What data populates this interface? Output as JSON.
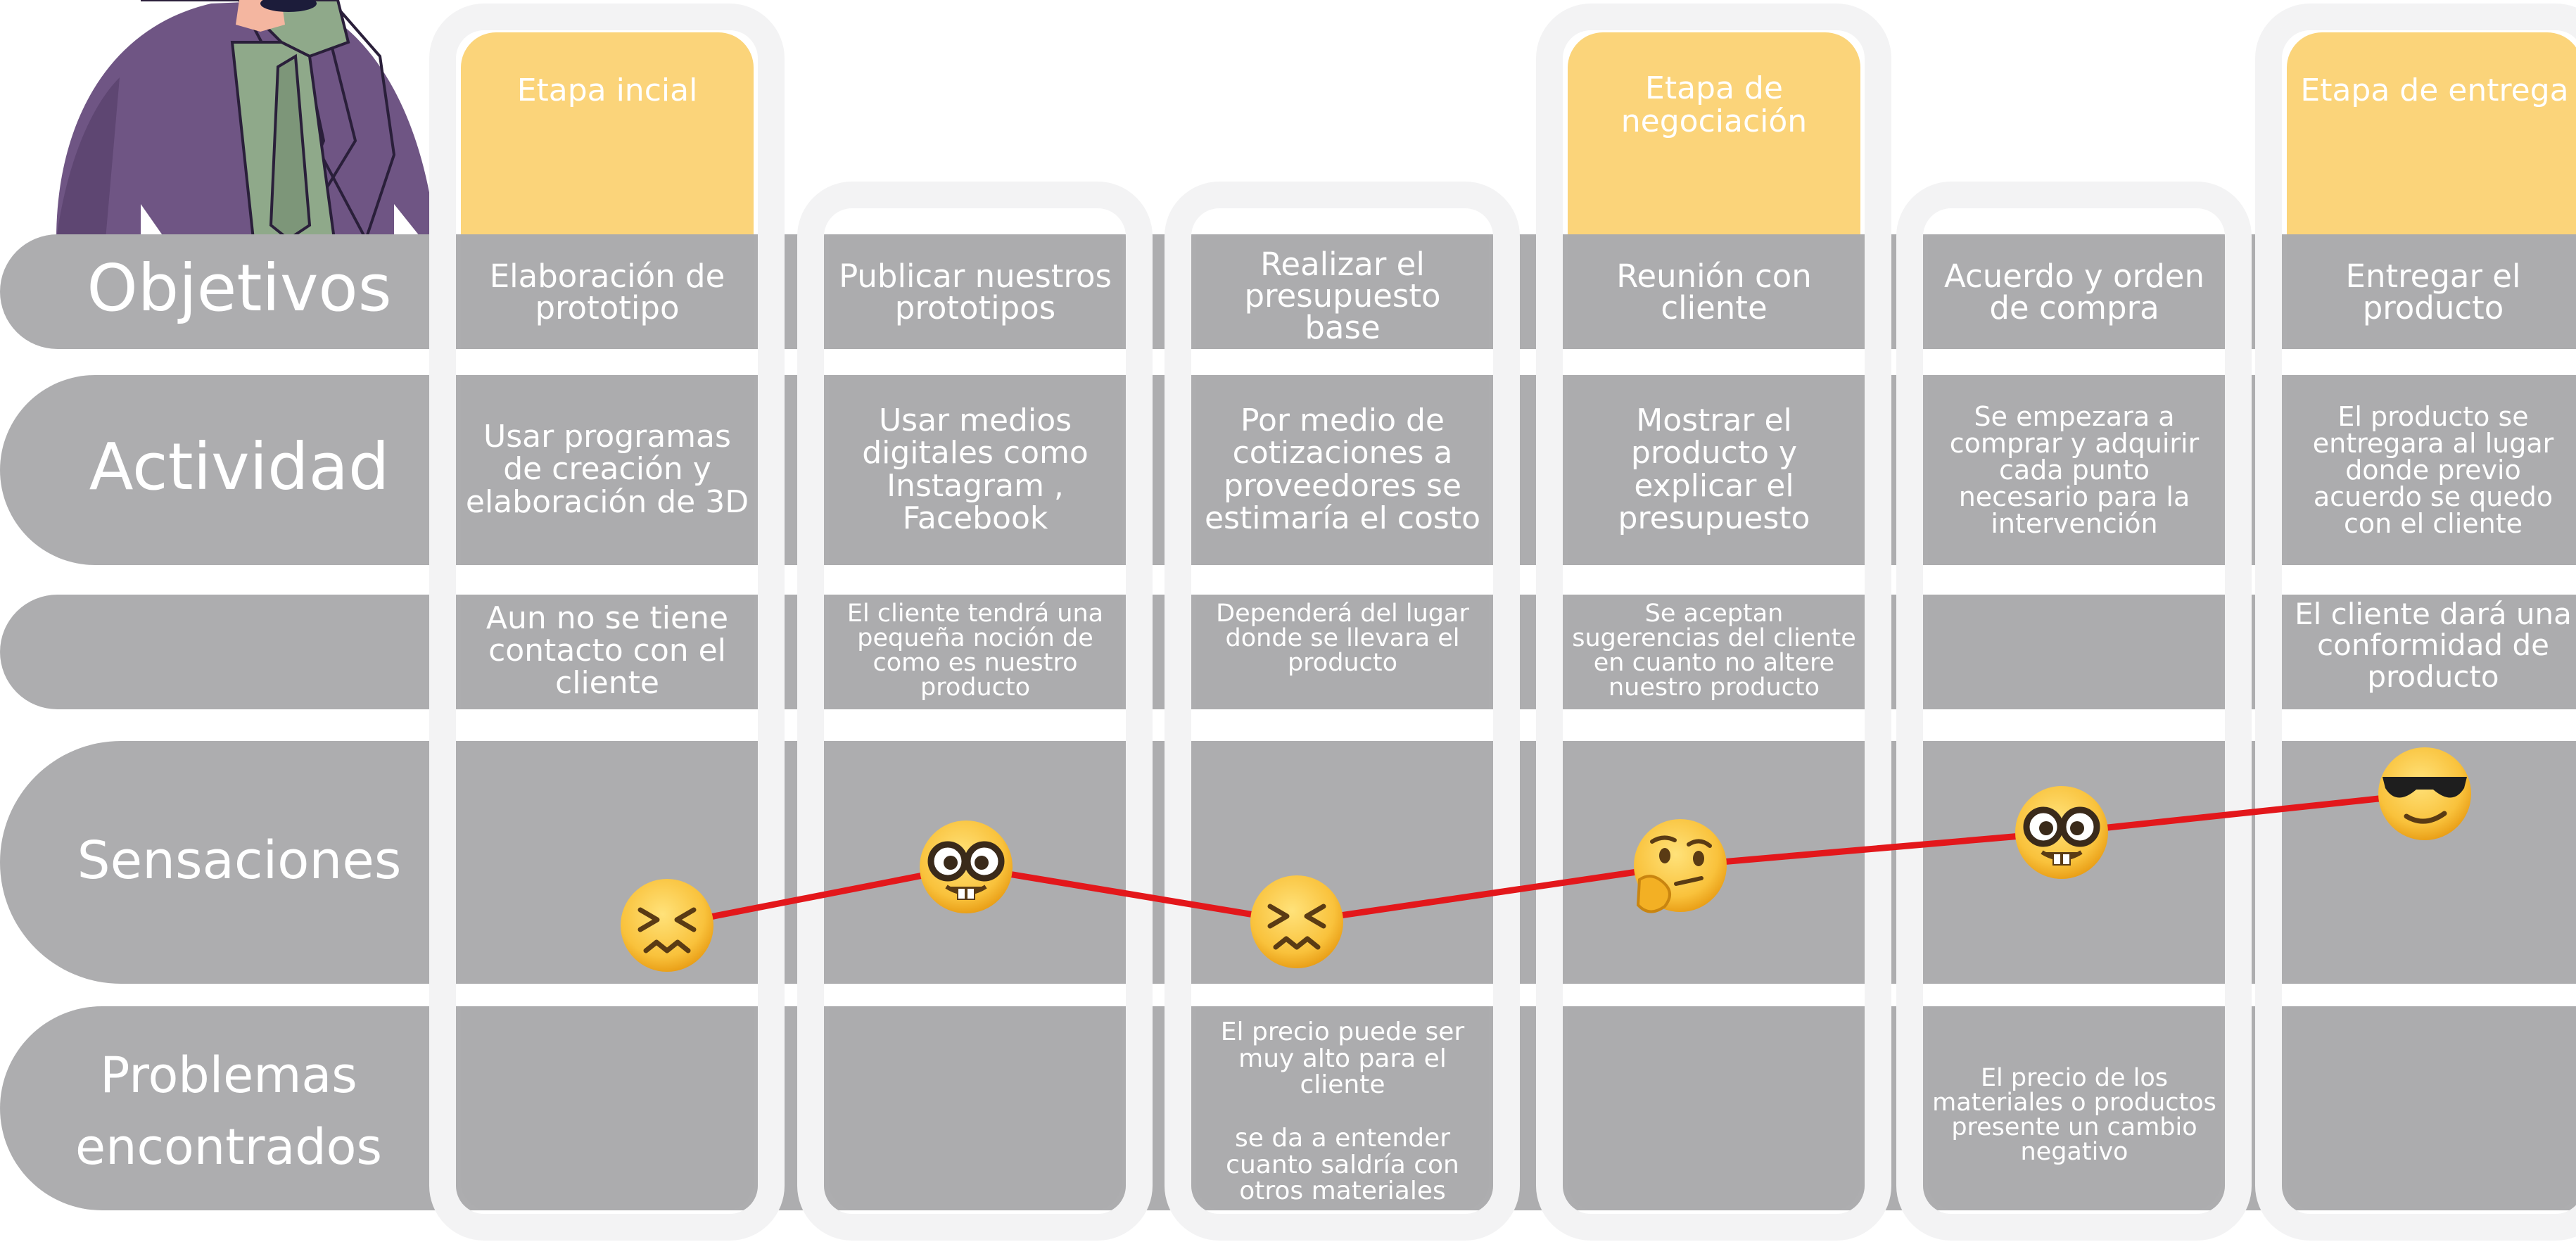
{
  "rows": {
    "objetivos": "Objetivos",
    "actividad": "Actividad",
    "third": "",
    "sensaciones": "Sensaciones",
    "problemas": "Problemas\nencontrados"
  },
  "stages": [
    {
      "label": "Etapa incial"
    },
    {
      "label": "Etapa de\nnegociación"
    },
    {
      "label": "Etapa de entrega"
    }
  ],
  "columns": [
    {
      "objetivo": "Elaboración de\nprototipo",
      "actividad": "Usar programas\nde creación y\nelaboración de 3D",
      "contacto": "Aun no se tiene\ncontacto con el\ncliente",
      "problema": ""
    },
    {
      "objetivo": "Publicar nuestros\nprototipos",
      "actividad": "Usar medios\ndigitales como\nInstagram ,\nFacebook",
      "contacto": "El cliente tendrá una\npequeña noción de\ncomo es nuestro\nproducto",
      "problema": ""
    },
    {
      "objetivo": "Realizar el\npresupuesto\nbase",
      "actividad": "Por medio de\ncotizaciones a\nproveedores se\nestimaría el costo",
      "contacto": "Dependerá del lugar\ndonde se llevara el\nproducto",
      "problema": "El precio puede ser\nmuy alto para el cliente\n\nse da a entender\ncuanto saldría con\notros materiales"
    },
    {
      "objetivo": "Reunión con\ncliente",
      "actividad": "Mostrar el\nproducto y\nexplicar el\npresupuesto",
      "contacto": "Se aceptan\nsugerencias del cliente\nen cuanto no altere\nnuestro producto",
      "problema": ""
    },
    {
      "objetivo": "Acuerdo y orden\nde compra",
      "actividad": "Se empezara a\ncomprar y adquirir\ncada  punto\nnecesario para la\nintervención",
      "contacto": "",
      "problema": "El precio de los\nmateriales o productos\npresente un cambio\nnegativo"
    },
    {
      "objetivo": "Entregar el\nproducto",
      "actividad": "El producto se\nentregara al lugar\ndonde previo\nacuerdo se quedo\ncon el cliente",
      "contacto": "El cliente dará una\nconformidad de\nproducto",
      "problema": ""
    }
  ],
  "sensaciones_curve": {
    "line_color": "#e3171b",
    "points": [
      {
        "emotion": "confounded-face"
      },
      {
        "emotion": "nerd-face"
      },
      {
        "emotion": "confounded-face"
      },
      {
        "emotion": "thinking-face"
      },
      {
        "emotion": "nerd-face"
      },
      {
        "emotion": "sunglasses-face"
      }
    ]
  },
  "colors": {
    "band": "#adadaf",
    "stage": "#fbd47a",
    "column_outline": "#f3f3f4",
    "persona_jacket": "#6f5584",
    "persona_shirt": "#8fa98a"
  }
}
